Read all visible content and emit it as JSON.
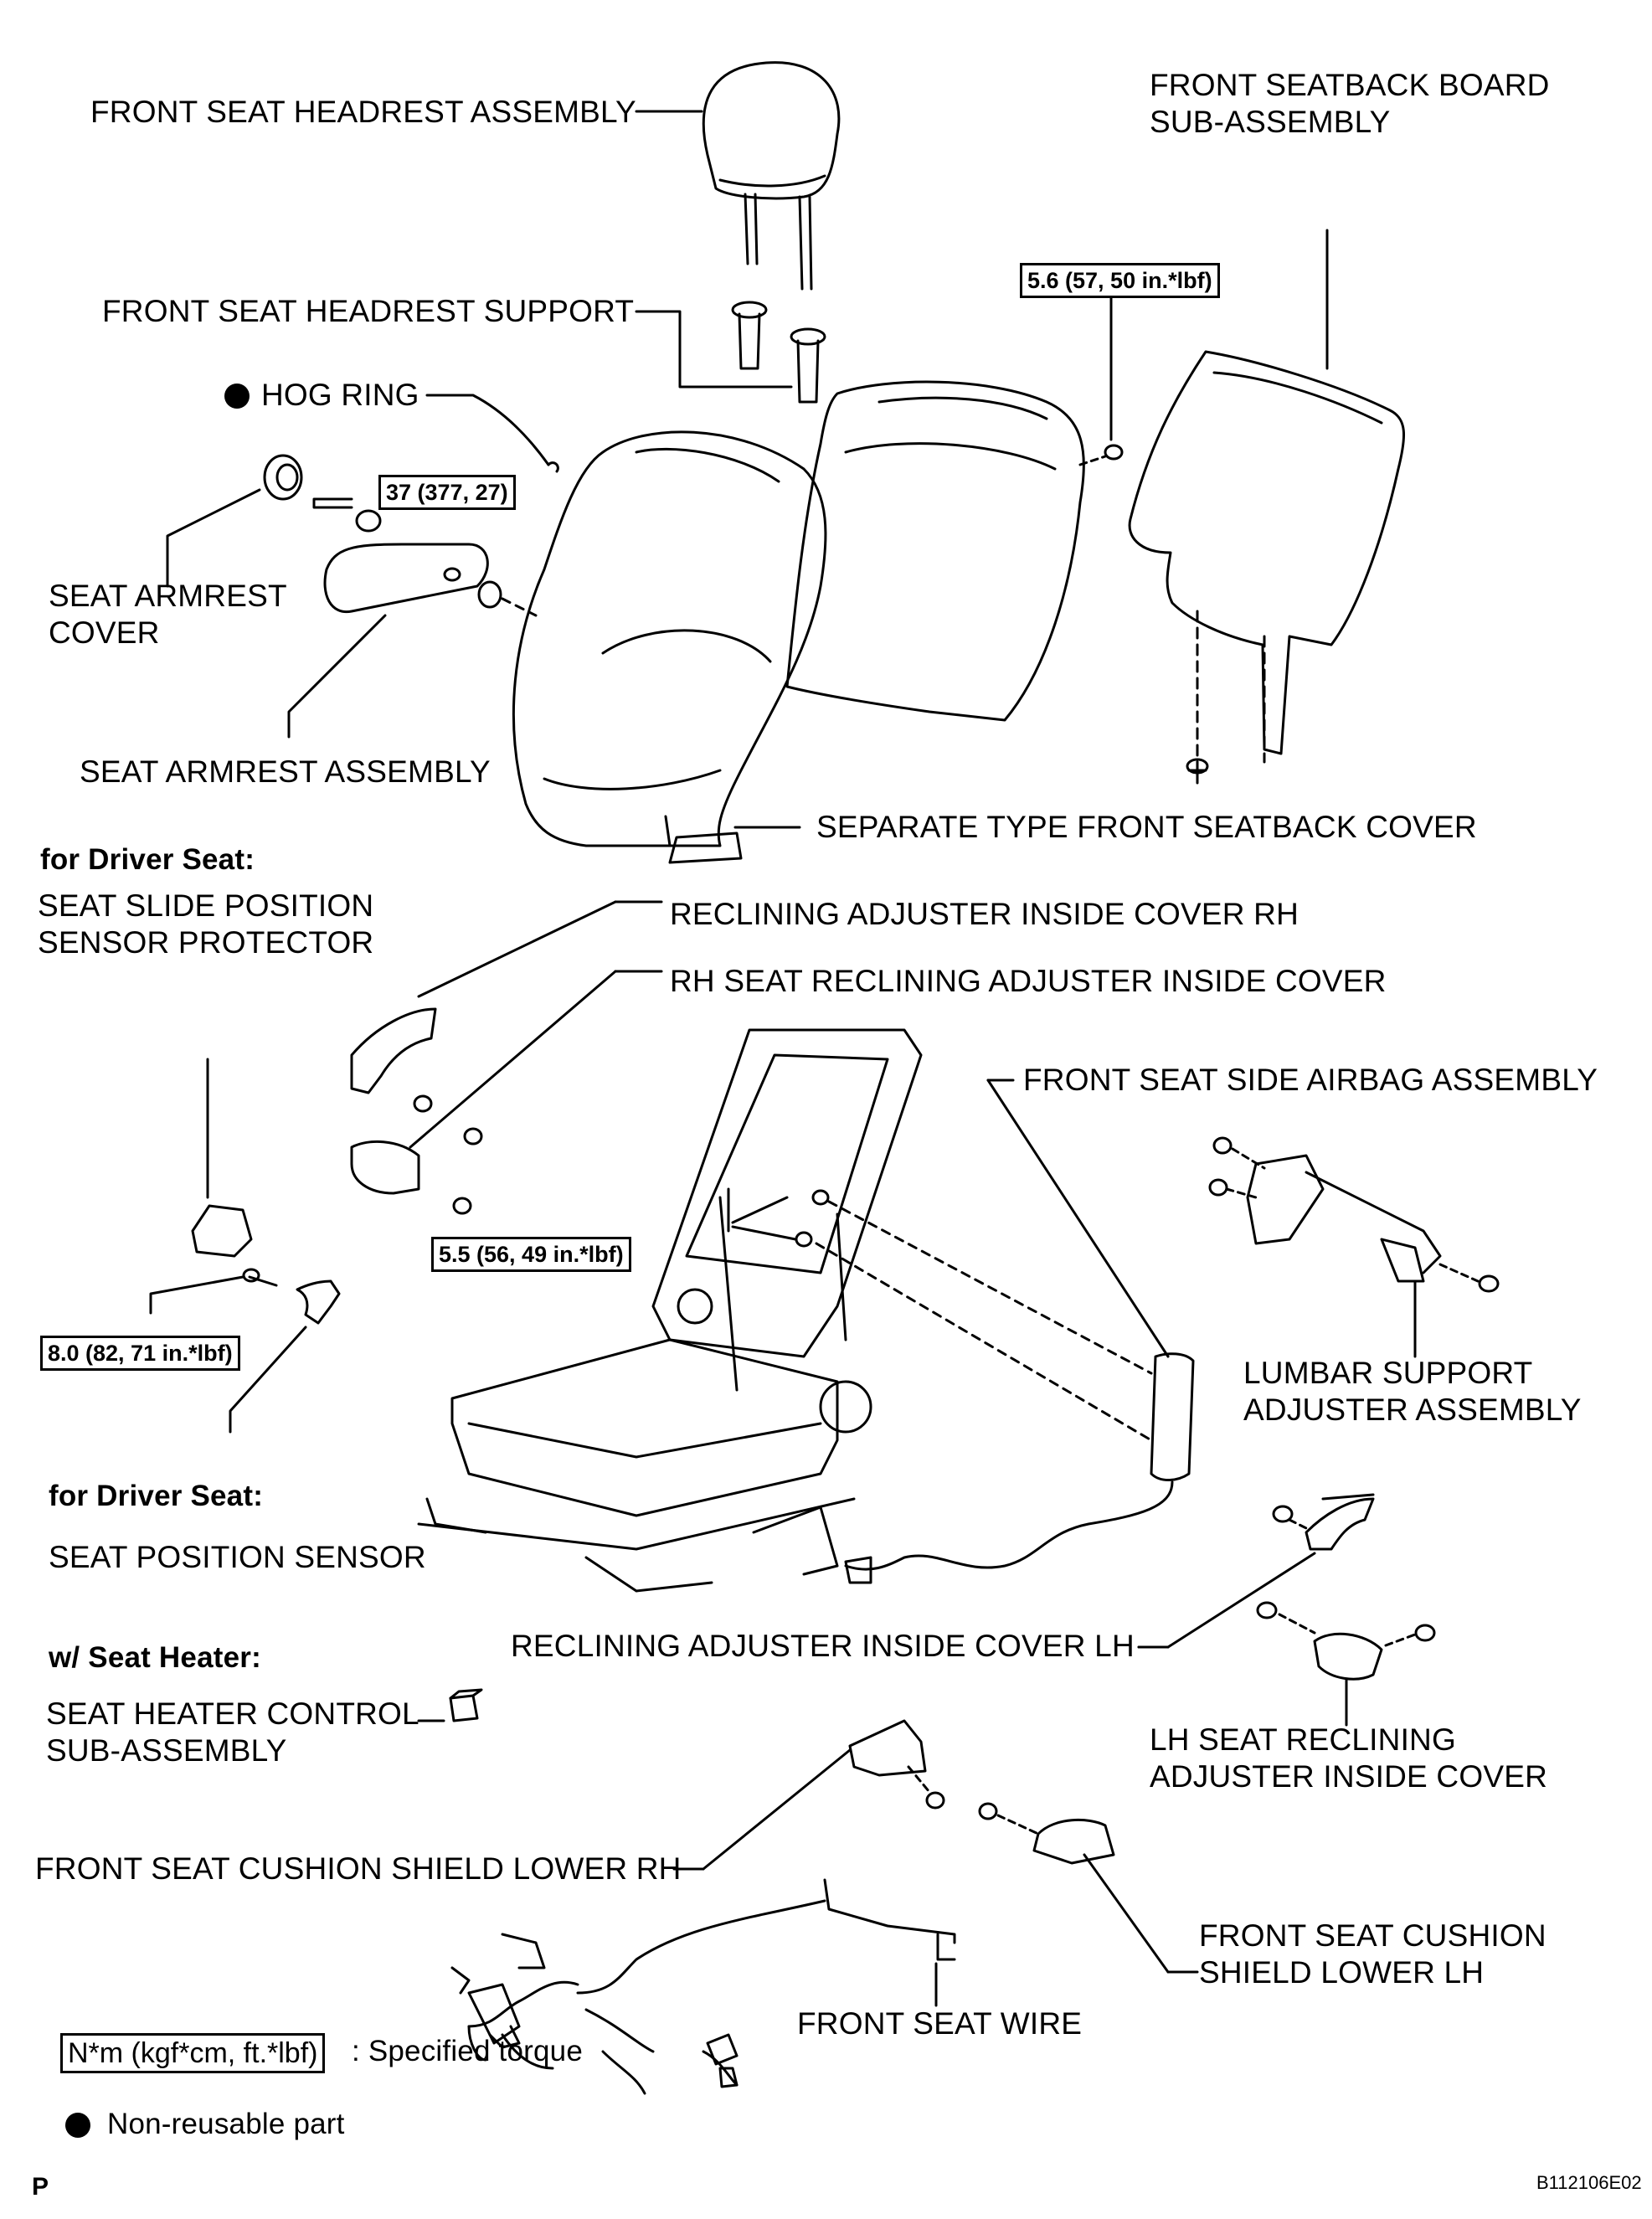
{
  "labels": {
    "headrest_assembly": "FRONT SEAT HEADREST ASSEMBLY",
    "headrest_support": "FRONT SEAT HEADREST SUPPORT",
    "hog_ring": "HOG RING",
    "armrest_cover_1": "SEAT ARMREST",
    "armrest_cover_2": "COVER",
    "armrest_assembly": "SEAT ARMREST ASSEMBLY",
    "seatback_board_1": "FRONT SEATBACK BOARD",
    "seatback_board_2": "SUB-ASSEMBLY",
    "seatback_cover": "SEPARATE TYPE FRONT SEATBACK COVER",
    "driver_seat_1": "for Driver Seat:",
    "slide_sensor_protector_1": "SEAT SLIDE POSITION",
    "slide_sensor_protector_2": "SENSOR PROTECTOR",
    "recl_cover_rh": "RECLINING ADJUSTER INSIDE COVER RH",
    "rh_recl_inside_cover": "RH SEAT RECLINING ADJUSTER INSIDE COVER",
    "side_airbag": "FRONT SEAT SIDE AIRBAG ASSEMBLY",
    "lumbar_1": "LUMBAR SUPPORT",
    "lumbar_2": "ADJUSTER ASSEMBLY",
    "driver_seat_2": "for Driver Seat:",
    "position_sensor": "SEAT POSITION SENSOR",
    "recl_cover_lh": "RECLINING ADJUSTER INSIDE COVER LH",
    "seat_heater_heading": "w/ Seat Heater:",
    "heater_control_1": "SEAT HEATER CONTROL",
    "heater_control_2": "SUB-ASSEMBLY",
    "lh_recl_inside_cover_1": "LH SEAT RECLINING",
    "lh_recl_inside_cover_2": "ADJUSTER INSIDE COVER",
    "cushion_shield_rh": "FRONT SEAT CUSHION SHIELD LOWER RH",
    "cushion_shield_lh_1": "FRONT SEAT CUSHION",
    "cushion_shield_lh_2": "SHIELD LOWER LH",
    "front_seat_wire": "FRONT SEAT WIRE"
  },
  "torques": {
    "t1": "5.6 (57, 50 in.*lbf)",
    "t2": "37 (377, 27)",
    "t3": "5.5 (56, 49 in.*lbf)",
    "t4": "8.0 (82, 71 in.*lbf)"
  },
  "legend": {
    "torque_box": "N*m (kgf*cm, ft.*lbf)",
    "torque_text": ": Specified torque",
    "nonreusable": "Non-reusable part"
  },
  "footer": {
    "left_code": "P",
    "figure_id": "B112106E02"
  }
}
